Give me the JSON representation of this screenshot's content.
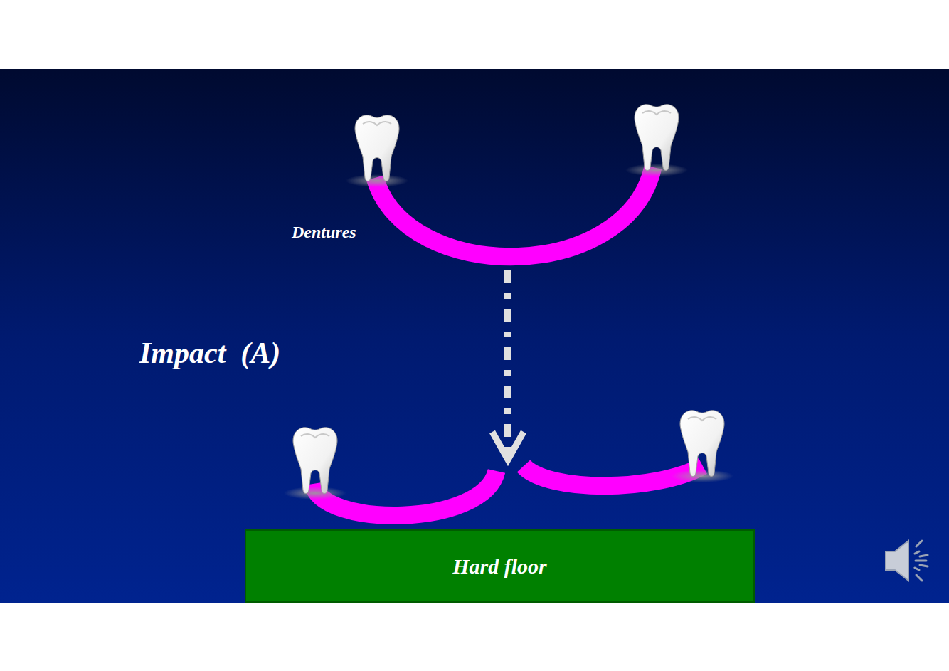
{
  "diagram": {
    "nodes": [
      {
        "text": [
          "Hard floor"
        ]
      }
    ],
    "labels": [
      "Dentures",
      "Impact  (A)"
    ]
  }
}
